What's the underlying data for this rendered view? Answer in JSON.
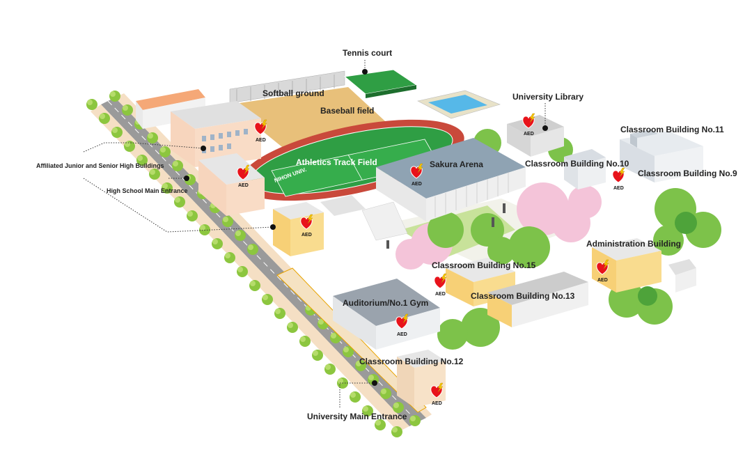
{
  "map": {
    "labels": {
      "tennis_court": "Tennis court",
      "softball_ground": "Softball ground",
      "baseball_field": "Baseball field",
      "university_library": "University Library",
      "classroom_11": "Classroom Building No.11",
      "affiliated_high": "Affiliated Junior and Senior High Buildings",
      "athletics_track": "Athletics Track Field",
      "sakura_arena": "Sakura Arena",
      "classroom_10": "Classroom Building No.10",
      "classroom_9": "Classroom Building No.9",
      "high_school_entrance": "High School Main Entrance",
      "administration": "Administration Building",
      "classroom_15": "Classroom Building No.15",
      "auditorium": "Auditorium/No.1 Gym",
      "classroom_13": "Classroom Building No.13",
      "classroom_12": "Classroom Building No.12",
      "university_entrance": "University Main Entrance",
      "field_text": "NIHON UNIV."
    },
    "aed_label": "AED",
    "colors": {
      "aed_heart": "#e8131b",
      "bolt": "#f5c400",
      "road": "#9a9a9a",
      "tree": "#8cc63f",
      "field_green": "#2f9e44",
      "track_red": "#c9493b",
      "sand": "#e8c07a",
      "sakura": "#f4c4d9"
    },
    "icons": [
      "aed-heart-icon",
      "location-dot-icon",
      "statue-icon",
      "tree-icon"
    ]
  }
}
